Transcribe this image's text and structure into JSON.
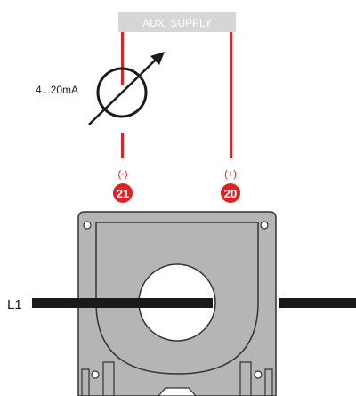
{
  "supply": {
    "label": "AUX. SUPPLY"
  },
  "meter": {
    "label": "4...20mA"
  },
  "terminals": [
    {
      "polarity": "(-)",
      "number": "21"
    },
    {
      "polarity": "(+)",
      "number": "20"
    }
  ],
  "conductor": {
    "label": "L1"
  },
  "colors": {
    "wire_red": "#e02227",
    "supply_box": "#d6d6d6",
    "supply_text": "#ffffff",
    "terminal_red": "#e02227",
    "housing_gray": "#b5b5b7",
    "housing_outline": "#333333",
    "conductor_black": "#1a1a1a"
  }
}
